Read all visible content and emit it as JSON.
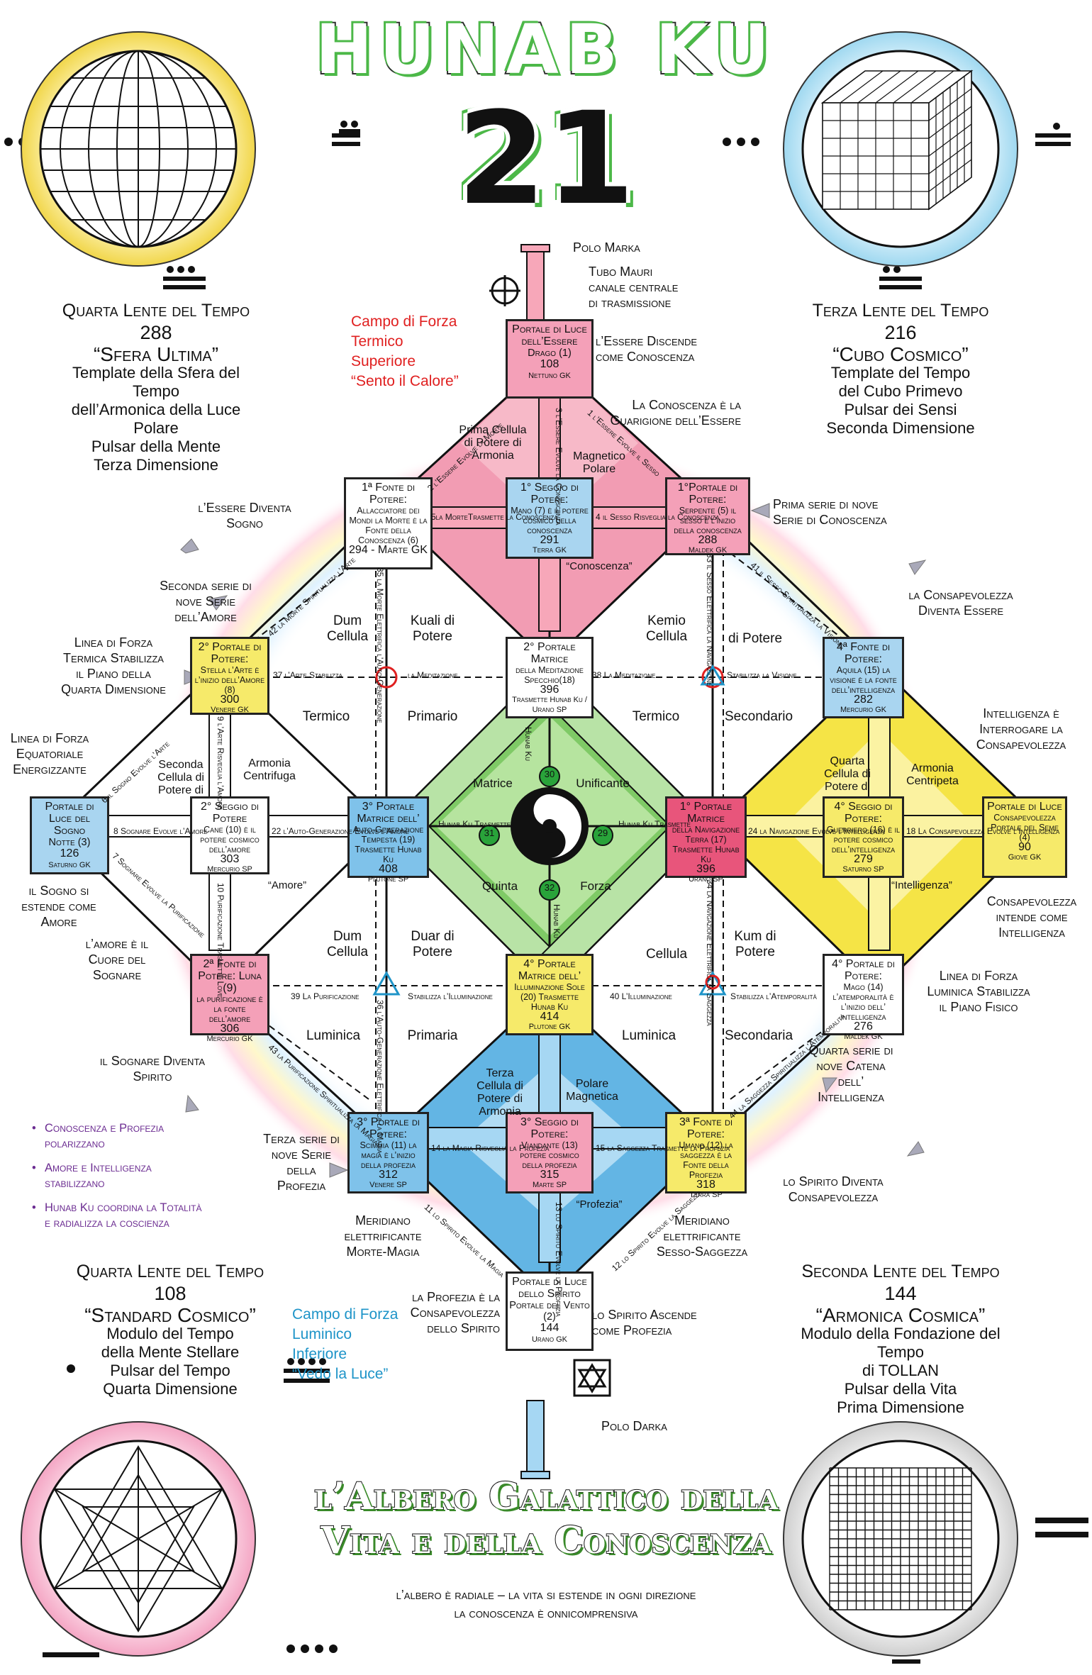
{
  "title": "HUNAB KU",
  "number": "21",
  "colors": {
    "red": "#e8557b",
    "red_light": "#f7a7b9",
    "blue": "#4da8de",
    "blue_light": "#a6d7f3",
    "green": "#6cc05a",
    "green_light": "#b8e3a6",
    "yellow": "#f4e54b",
    "yellow_light": "#fbf3a3",
    "violet": "#6b2c91",
    "cyan_text": "#1e94c8",
    "red_text": "#e02020"
  },
  "lenses": {
    "top_left": {
      "cap": "Quarta Lente del Tempo",
      "num": "288",
      "name": "“Sfera Ultima”",
      "l1": "Template della Sfera del Tempo",
      "l2": "dell’Armonica della Luce Polare",
      "l3": "Pulsar della Mente",
      "l4": "Terza Dimensione"
    },
    "top_right": {
      "cap": "Terza Lente del Tempo",
      "num": "216",
      "name": "“Cubo Cosmico”",
      "l1": "Template del Tempo",
      "l2": "del Cubo Primevo",
      "l3": "Pulsar dei Sensi",
      "l4": "Seconda Dimensione"
    },
    "bottom_left": {
      "cap": "Quarta Lente del Tempo",
      "num": "108",
      "name": "“Standard Cosmico”",
      "l1": "Modulo del Tempo",
      "l2": "della Mente Stellare",
      "l3": "Pulsar del Tempo",
      "l4": "Quarta Dimensione"
    },
    "bottom_right": {
      "cap": "Seconda Lente del Tempo",
      "num": "144",
      "name": "“Armonica Cosmica”",
      "l1": "Modulo della Fondazione del Tempo",
      "l2": "di TOLLAN",
      "l3": "Pulsar della Vita",
      "l4": "Prima Dimensione"
    }
  },
  "force_top": {
    "l1": "Campo di Forza",
    "l2": "Termico",
    "l3": "Superiore",
    "l4": "“Sento il Calore”"
  },
  "force_bottom": {
    "l1": "Campo di Forza",
    "l2": "Luminico",
    "l3": "Inferiore",
    "l4": "“Vedo la Luce”"
  },
  "poles": {
    "marka": "Polo Marka",
    "darka": "Polo Darka",
    "tube1": "Tubo Mauri",
    "tube2": "canale centrale",
    "tube3": "di trasmissione"
  },
  "notes": {
    "essere_discende": "l’Essere Discende come Conoscenza",
    "conoscenza_guarigione": "La Conoscenza è la Guarigione dell’Essere",
    "essere_diventa_sogno": "l’Essere Diventa Sogno",
    "prima_serie": "Prima serie di nove Serie di Conoscenza",
    "seconda_serie": "Seconda serie di nove Serie dell’Amore",
    "consapevolezza_essere": "la Consapevolezza Diventa Essere",
    "linea_termica": "Linea di Forza Termica Stabilizza il Piano della Quarta Dimensione",
    "intelligenza_interrogare": "Intelligenza è Interrogare la Consapevolezza",
    "linea_equatoriale": "Linea di Forza Equatoriale Energizzante",
    "sogno_estende": "il Sogno si estende come Amore",
    "amore_cuore": "l’amore è il Cuore del Sognare",
    "consapevolezza_intende": "Consapevolezza intende come Intelligenza",
    "linea_luminica": "Linea di Forza Luminica Stabilizza il Piano Fisico",
    "sognare_spirito": "il Sognare Diventa Spirito",
    "quarta_serie": "Quarta serie di nove Catena dell’ Intelligenza",
    "terza_serie": "Terza serie di nove Serie della Profezia",
    "spirito_consapevolezza": "lo Spirito Diventa Consapevolezza",
    "meridiano_sx": "Meridiano elettrificante Morte-Magia",
    "meridiano_dx": "Meridiano elettrificante Sesso-Saggezza",
    "profezia_consapevolezza": "la Profezia è la Consapevolezza dello Spirito",
    "spirito_ascende": "lo Spirito Ascende come Profezia"
  },
  "bullets": [
    "Conoscenza e Profezia polarizzano",
    "Amore e Intelligenza stabilizzano",
    "Hunab Ku coordina la Totalità e radializza la coscienza"
  ],
  "nodes": {
    "n1": {
      "t": "Portale di Luce dell’Essere",
      "b": "Drago (1)",
      "n": "108",
      "p": "Nettuno GK"
    },
    "n6": {
      "t": "1ª Fonte di Potere:",
      "b": "Allacciatore dei Mondi la Morte è la Fonte della Conoscenza (6)",
      "n": "294 - Marte GK",
      "p": ""
    },
    "n7": {
      "t": "1° Seggio di Potere:",
      "b": "Mano (7) è il potere cosmico della conoscenza",
      "n": "291",
      "p": "Terra GK"
    },
    "n5": {
      "t": "1°Portale di Potere:",
      "b": "Serpente (5) il sesso è l’inizio della conoscenza",
      "n": "288",
      "p": "Maldek GK"
    },
    "n8": {
      "t": "2° Portale di Potere:",
      "b": "Stella l’Arte è l’inizio dell’Amore (8)",
      "n": "300",
      "p": "Venere GK"
    },
    "n18": {
      "t": "2° Portale Matrice",
      "b": "della Meditazione Specchio(18)",
      "n": "396",
      "p": "Trasmette Hunab Ku / Urano SP"
    },
    "n15": {
      "t": "4ª Fonte di Potere:",
      "b": "Aquila (15) la visione è la fonte dell’intelligenza",
      "n": "282",
      "p": "Mercurio GK"
    },
    "n3": {
      "t": "Portale di Luce del Sogno",
      "b": "Notte (3)",
      "n": "126",
      "p": "Saturno GK"
    },
    "n10": {
      "t": "2° Seggio di Potere",
      "b": "Cane (10) è il potere cosmico dell’amore",
      "n": "303",
      "p": "Mercurio SP"
    },
    "n19": {
      "t": "3° Portale Matrice dell’",
      "b": "Auto-Generazione Tempesta (19) Trasmette Hunab Ku",
      "n": "408",
      "p": "Plutone SP"
    },
    "n17": {
      "t": "1° Portale Matrice",
      "b": "della Navigazione Terra (17) Trasmette Hunab Ku",
      "n": "396",
      "p": "Urano SP"
    },
    "n16": {
      "t": "4° Seggio di Potere:",
      "b": "Guerriero (16) è il potere cosmico dell’intelligenza",
      "n": "279",
      "p": "Saturno SP"
    },
    "n4": {
      "t": "Portale di Luce",
      "b": "Consapevolezza Portale del Seme (4)",
      "n": "90",
      "p": "Giove GK"
    },
    "n9": {
      "t": "2ª Fonte di Potere: Luna (9)",
      "b": "la purificazione è la fonte dell’amore",
      "n": "306",
      "p": "Mercurio GK"
    },
    "n20": {
      "t": "4° Portale Matrice dell’",
      "b": "Illuminazione Sole (20) Trasmette Hunab Ku",
      "n": "414",
      "p": "Plutone GK"
    },
    "n14": {
      "t": "4° Portale di Potere:",
      "b": "Mago (14) l’atemporalità è l’inizio dell’ intelligenza",
      "n": "276",
      "p": "Maldek GK"
    },
    "n11": {
      "t": "3° Portale di Potere:",
      "b": "Scimmia (11) la magia è l’inizio della profezia",
      "n": "312",
      "p": "Venere SP"
    },
    "n13": {
      "t": "3° Seggio di Potere:",
      "b": "Viandante (13) potere cosmico della profezia",
      "n": "315",
      "p": "Marte SP"
    },
    "n12": {
      "t": "3ª Fonte di Potere:",
      "b": "Umano (12) la saggezza è la Fonte della Profezia",
      "n": "318",
      "p": "Terra SP"
    },
    "n2": {
      "t": "Portale di Luce dello Spirito",
      "b": "Portale del Vento (2)",
      "n": "144",
      "p": "Urano GK"
    }
  },
  "cells": {
    "prima": "Prima Cellula di Potere di Armonia",
    "magnetico": "Magnetico Polare",
    "seconda": "Seconda Cellula di Potere di",
    "armonia_c": "Armonia Centrifuga",
    "quarta": "Quarta Cellula di Potere di",
    "armonia_p": "Armonia Centripeta",
    "terza": "Terza Cellula di Potere di Armonia",
    "polare_m": "Polare Magnetica",
    "conoscenza": "“Conoscenza”",
    "amore": "“Amore”",
    "intelligenza": "“Intelligenza”",
    "profezia": "“Profezia”"
  },
  "quadrants": {
    "dum1": "Dum Cellula",
    "kuali": "Kuali di Potere",
    "kemio": "Kemio Cellula",
    "dipotere1": "di Potere",
    "termico1": "Termico",
    "primario1": "Primario",
    "termico2": "Termico",
    "secondario1": "Secondario",
    "dum2": "Dum Cellula",
    "duar": "Duar di Potere",
    "cellula": "Cellula",
    "kum": "Kum di Potere",
    "luminica1": "Luminica",
    "primaria": "Primaria",
    "luminica2": "Luminica",
    "secondaria": "Secondaria"
  },
  "center": {
    "matrice": "Matrice",
    "unificante": "Unificante",
    "quinta": "Quinta",
    "forza": "Forza",
    "n29": "29",
    "n30": "30",
    "n31": "31",
    "n32": "32",
    "hk_l": "Hunab Ku Trasmette",
    "hk_r": "Hunab Ku Trasmette",
    "hk_t": "Hunab Ku",
    "hk_b": "Hunab Ku"
  },
  "dashed": {
    "d37": "37 l’Arte Stabilizza",
    "dmed": "la Meditazione",
    "d38": "38 La Meditazione",
    "dvis": "Stabilizza la Visione",
    "d39": "39 La Purificazione",
    "dill": "Stabilizza l’Illuminazione",
    "d40": "40 L’Illuminazione",
    "datem": "Stabilizza l’Atemporalità"
  },
  "edges": {
    "e2": "2 l’Essere Evolve la Morte",
    "e1": "1 l’Essere Evolve il Sesso",
    "e3": "3 l’Essere Evolve la Conoscenza",
    "e5a": "5la MorteTrasmette la Conoscenza",
    "e4": "4 il Sesso Risveglia la Conoscenza",
    "e42": "42 la Morte Spiritualizza l’Arte",
    "e41": "41 il Sesso Spiritualizza la Visione",
    "e6": "6 il Sogno Evolve l’Arte",
    "e7": "7 Sognare Evolve la Purificazione",
    "e8": "8 Sognare Evolve l’Amore",
    "e9": "9 l’Arte Risveglia l’Amore",
    "e10": "10 Purificazione Trasmette Love",
    "e22": "22 l’Auto-Generazione Evolve l’Amore",
    "e24": "24 la Navigazione Evolve l’Intelligenza",
    "e18": "18 La Consapevolezza Evolve l’Intelligenza",
    "e14": "14 la Magia Risveglia la Profezia",
    "e15": "15 la Saggezza Trasmette la Profezia",
    "e11": "11 lo Spirito Evolve la Magia",
    "e12": "12 lo Spirito Evolve la Saggezza",
    "e13": "13 lo Spirito Evolve la Profezia",
    "e43": "43 la Purificazione Spiritualizza la Magia",
    "e44": "44 la Saggezza Spiritualizza l’Atemporalità",
    "e33": "33 il Sesso Elettrifica la Navigazione",
    "e35": "35 la Morte Elettrifica l’Auto-Generazione",
    "e34": "34 la Navigazione Elettrifica la Saggezza",
    "e36": "36 l’Auto-Generazione Elettrifica la Magia"
  },
  "tree_title": {
    "l1": "l’Albero Galattico della",
    "l2": "Vita e della Conoscenza"
  },
  "subtitle": {
    "l1": "l’albero è radiale – la vita si estende in ogni direzione",
    "l2": "la conoscenza è onnicomprensiva"
  }
}
